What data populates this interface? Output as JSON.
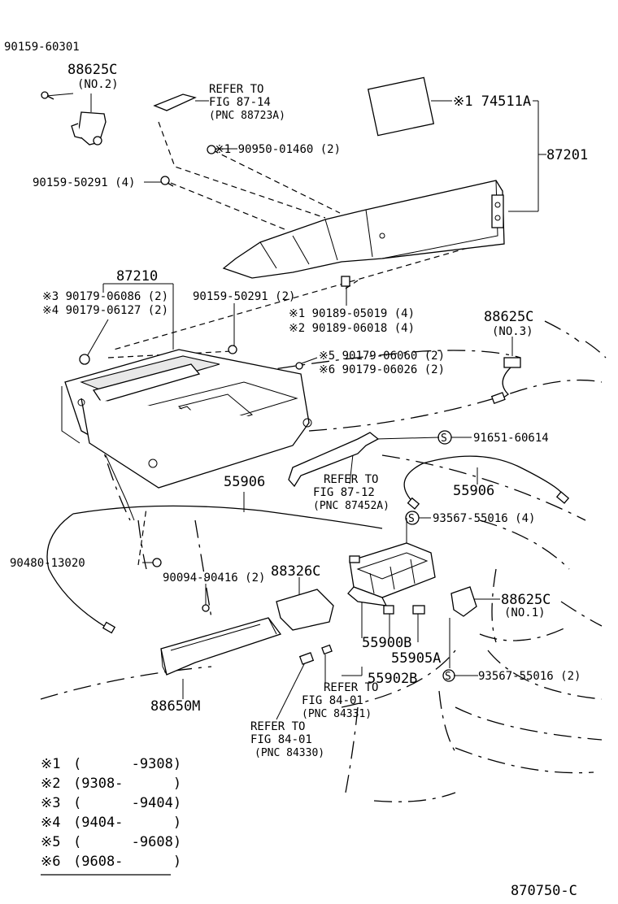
{
  "diagram": {
    "labels": {
      "p90159_60301": "90159-60301",
      "p88625c_no2": "88625C",
      "no2": "(NO.2)",
      "refer_87_14_a": "REFER TO",
      "refer_87_14_b": "FIG 87-14",
      "refer_87_14_c": "(PNC 88723A)",
      "p74511a": "※1 74511A",
      "p90950": "※1 90950-01460 (2)",
      "p87201": "87201",
      "p90159_50291_4": "90159-50291 (4)",
      "p87210": "87210",
      "p90179_06086": "※3 90179-06086 (2)",
      "p90179_06127": "※4 90179-06127 (2)",
      "p90159_50291_2": "90159-50291 (2)",
      "p90189_05019": "※1 90189-05019 (4)",
      "p90189_06018": "※2 90189-06018 (4)",
      "p88625c_no3": "88625C",
      "no3": "(NO.3)",
      "p90179_06060": "※5 90179-06060 (2)",
      "p90179_06026": "※6 90179-06026 (2)",
      "p91651": "91651-60614",
      "p55906_left": "55906",
      "p55906_right": "55906",
      "refer_87_12_a": "REFER TO",
      "refer_87_12_b": "FIG 87-12",
      "refer_87_12_c": "(PNC 87452A)",
      "p93567_4": "93567-55016 (4)",
      "p90480": "90480-13020",
      "p88326c": "88326C",
      "p90094": "90094-90416 (2)",
      "p88625c_no1": "88625C",
      "no1": "(NO.1)",
      "p55900b": "55900B",
      "p55905a": "55905A",
      "p55902b": "55902B",
      "p93567_2": "93567-55016 (2)",
      "refer_84_01_a1": "REFER TO",
      "refer_84_01_a2": "FIG 84-01",
      "refer_84_01_a3": "(PNC 84331)",
      "p88650m": "88650M",
      "refer_84_01_b1": "REFER TO",
      "refer_84_01_b2": "FIG 84-01",
      "refer_84_01_b3": "(PNC 84330)",
      "s_symbol": "S",
      "diagram_code": "870750-C"
    },
    "footnotes": [
      {
        "mark": "※1",
        "range": "(      -9308)"
      },
      {
        "mark": "※2",
        "range": "(9308-      )"
      },
      {
        "mark": "※3",
        "range": "(      -9404)"
      },
      {
        "mark": "※4",
        "range": "(9404-      )"
      },
      {
        "mark": "※5",
        "range": "(      -9608)"
      },
      {
        "mark": "※6",
        "range": "(9608-      )"
      }
    ]
  }
}
